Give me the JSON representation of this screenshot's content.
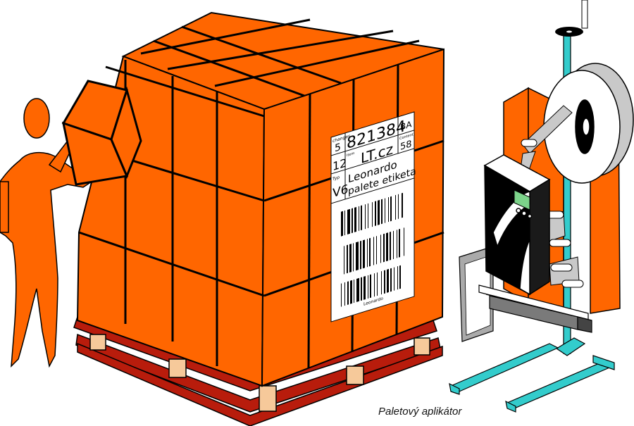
{
  "colors": {
    "orange": "#ff6600",
    "outline": "#000000",
    "pallet_red": "#b81c0c",
    "pallet_tan": "#f6c99a",
    "stand_cyan": "#33cccc",
    "label_bg": "#ffffff",
    "roll_gray": "#c9c9c9",
    "display_green": "#7cd38a"
  },
  "label": {
    "changes_caption": "changes",
    "changes_top": "5",
    "changes_bottom": "12",
    "number": "821384",
    "suffix": "BA",
    "item_caption": "Item",
    "item": "LT.cz",
    "content_caption": "Content",
    "content": "58",
    "type_caption": "Typ",
    "type": "V6",
    "line1": "Leonardo",
    "line2": "palete etiketa",
    "barcode_text": "Leonardo"
  },
  "caption": "Paletový aplikátor"
}
